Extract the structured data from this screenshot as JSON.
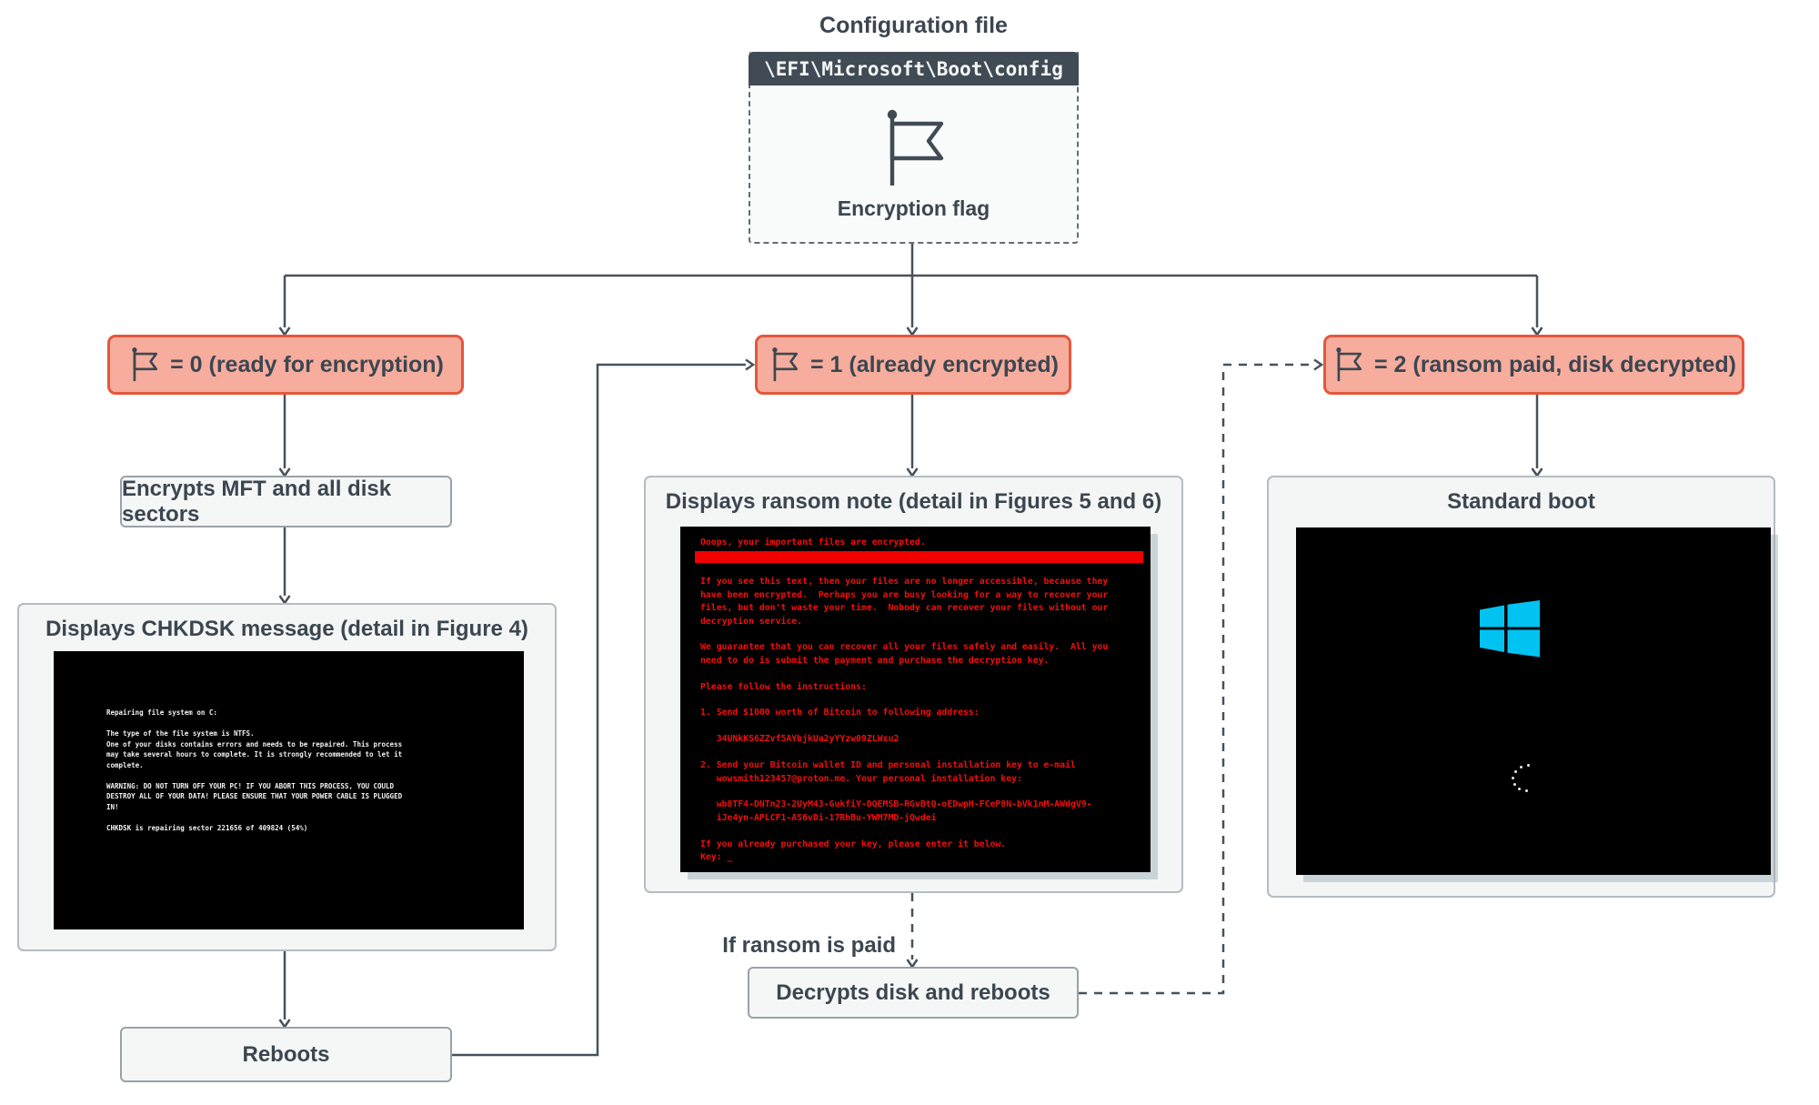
{
  "config": {
    "title": "Configuration file",
    "path": "\\EFI\\Microsoft\\Boot\\config",
    "flag_label": "Encryption flag"
  },
  "flags": {
    "flag0": "= 0 (ready for encryption)",
    "flag1": "= 1 (already encrypted)",
    "flag2": "= 2 (ransom paid, disk decrypted)"
  },
  "left_branch": {
    "encrypts": "Encrypts MFT and all disk sectors",
    "chkdsk_title": "Displays CHKDSK message (detail in Figure 4)",
    "chkdsk_lines": [
      "Repairing file system on C:",
      "",
      "The type of the file system is NTFS.",
      "One of your disks contains errors and needs to be repaired. This process",
      "may take several hours to complete. It is strongly recommended to let it",
      "complete.",
      "",
      "WARNING: DO NOT TURN OFF YOUR PC! IF YOU ABORT THIS PROCESS, YOU COULD",
      "DESTROY ALL OF YOUR DATA! PLEASE ENSURE THAT YOUR POWER CABLE IS PLUGGED",
      "IN!",
      "",
      "CHKDSK is repairing sector 221656 of 409824 (54%)"
    ],
    "reboots": "Reboots"
  },
  "center_branch": {
    "ransom_title": "Displays ransom note (detail in Figures 5 and 6)",
    "ransom_headline": "Ooops, your important files are encrypted.",
    "ransom_lines": [
      "",
      "If you see this text, then your files are no longer accessible, because they",
      "have been encrypted.  Perhaps you are busy looking for a way to recover your",
      "files, but don't waste your time.  Nobody can recover your files without our",
      "decryption service.",
      "",
      "We guarantee that you can recover all your files safely and easily.  All you",
      "need to do is submit the payment and purchase the decryption key.",
      "",
      "Please follow the instructions:",
      "",
      "1. Send $1000 worth of Bitcoin to following address:",
      "",
      "   34UNkKS6ZZvf5AYbjkUa2yYYzw09ZLWxu2",
      "",
      "2. Send your Bitcoin wallet ID and personal installation key to e-mail",
      "   wowsmith123457@proton.me. Your personal installation key:",
      "",
      "   wb8TF4-DNTn23-2UyM43-GukfiY-DQEMSB-RGvBtQ-oEDwpH-FCeP8N-bVk1nM-AWdgV9-",
      "   iJe4yn-APLCF1-AS6vDi-17RhBu-YWM7MD-jQwdei",
      "",
      "If you already purchased your key, please enter it below.",
      "Key: _"
    ],
    "if_paid": "If ransom is paid",
    "decrypts": "Decrypts disk and reboots"
  },
  "right_branch": {
    "title": "Standard boot"
  },
  "colors": {
    "flag_node_fill": "#f6ad9e",
    "flag_node_border": "#e4573d",
    "line_color": "#46525c",
    "ransom_red": "#f40d0d",
    "windows_blue": "#00c3f2",
    "header_dark": "#414b55"
  }
}
